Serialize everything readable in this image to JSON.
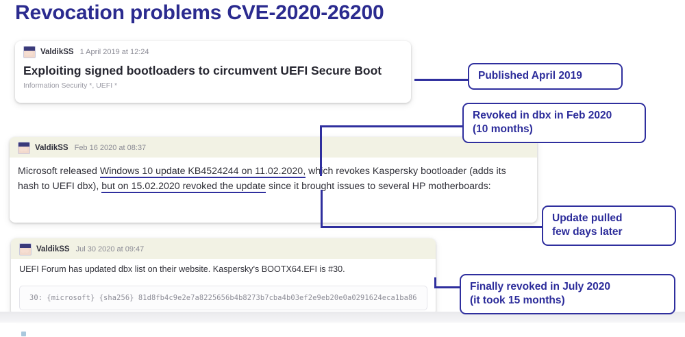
{
  "slide": {
    "title": "Revocation problems CVE-2020-26200"
  },
  "posts": [
    {
      "author": "ValdikSS",
      "timestamp": "1 April 2019 at 12:24",
      "avatar_icon": "user-avatar-icon",
      "title": "Exploiting signed bootloaders to circumvent UEFI Secure Boot",
      "tags": "Information Security *, UEFI *"
    },
    {
      "author": "ValdikSS",
      "timestamp": "Feb 16 2020 at 08:37",
      "avatar_icon": "user-avatar-icon",
      "body_part_1": "Microsoft released ",
      "body_highlight_1": "Windows 10 update KB4524244 on 11.02.2020,",
      "body_part_2": " which revokes Kaspersky bootloader (adds its hash to UEFI dbx), ",
      "body_highlight_2": "but on 15.02.2020 revoked the update",
      "body_part_3": " since it brought issues to several HP motherboards:"
    },
    {
      "author": "ValdikSS",
      "timestamp": "Jul 30 2020 at 09:47",
      "avatar_icon": "user-avatar-icon",
      "body": "UEFI Forum has updated dbx list on their website. Kaspersky's BOOTX64.EFI is #30.",
      "code": "30: {microsoft} {sha256} 81d8fb4c9e2e7a8225656b4b8273b7cba4b03ef2e9eb20e0a0291624eca1ba86"
    }
  ],
  "callouts": [
    {
      "id": "published",
      "text": "Published April 2019"
    },
    {
      "id": "revoked-dbx",
      "text": "Revoked in dbx in Feb 2020\n(10 months)"
    },
    {
      "id": "pulled",
      "text": "Update pulled\nfew days later"
    },
    {
      "id": "finally",
      "text": "Finally revoked in July 2020\n(it took 15 months)"
    }
  ],
  "colors": {
    "accent_blue": "#2f2f9e",
    "title_blue": "#2b2b8f",
    "header_tint": "#f2f2e4",
    "body_text": "#303038",
    "muted_text": "#8a8a94"
  }
}
